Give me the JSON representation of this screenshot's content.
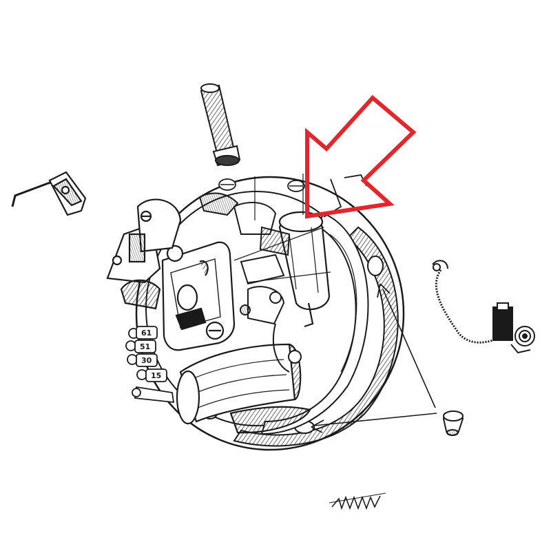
{
  "diagram": {
    "terminal_labels": [
      "61",
      "51",
      "30",
      "15"
    ],
    "colors": {
      "ink": "#1a1a1a",
      "paper": "#ffffff",
      "highlight_arrow": "#e3262b"
    },
    "highlight": {
      "target": "condenser",
      "shape": "arrow-outline"
    }
  }
}
